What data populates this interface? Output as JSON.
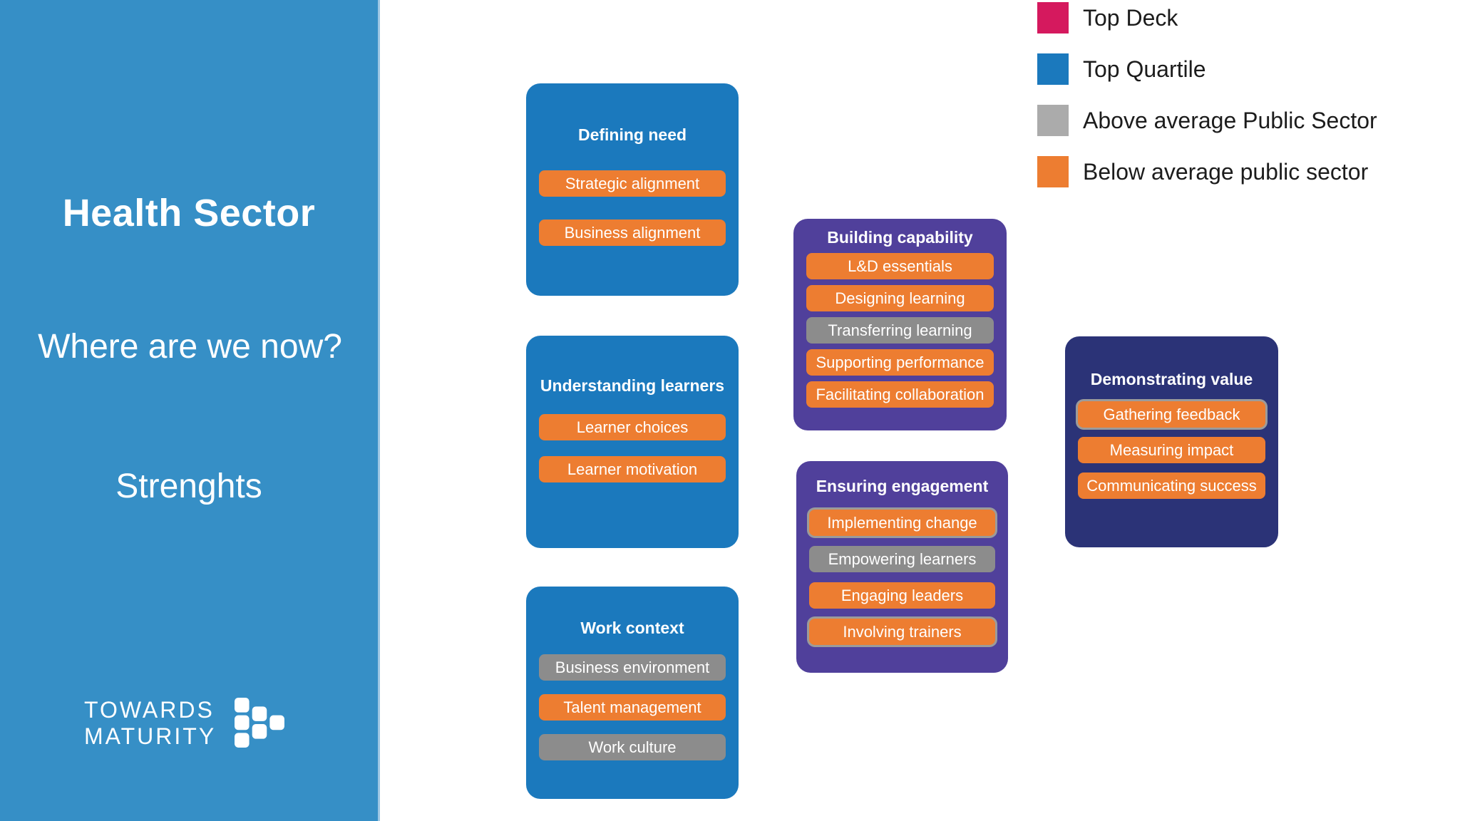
{
  "sidebar": {
    "title": "Health Sector",
    "subtitle": "Where are we now?",
    "section_label": "Strenghts",
    "logo": {
      "line1": "TOWARDS",
      "line2": "MATURITY"
    },
    "background_color": "#368FC6"
  },
  "legend": {
    "items": [
      {
        "key": "top-deck",
        "label": "Top Deck",
        "color": "#D5195E"
      },
      {
        "key": "top-quartile",
        "label": "Top Quartile",
        "color": "#1B79BD"
      },
      {
        "key": "above-average",
        "label": "Above average Public Sector",
        "color": "#ABABAB"
      },
      {
        "key": "below-average",
        "label": "Below average public sector",
        "color": "#ED7D31"
      }
    ]
  },
  "colors": {
    "blue": "#1B79BD",
    "purple": "#50409B",
    "navy": "#2B3377",
    "below-average": "#ED7D31",
    "above-average": "#8C8C8C"
  },
  "cards": [
    {
      "title": "Defining need",
      "theme": "blue",
      "pills": [
        {
          "label": "Strategic alignment",
          "status": "below-average",
          "outlined": false
        },
        {
          "label": "Business alignment",
          "status": "below-average",
          "outlined": false
        }
      ]
    },
    {
      "title": "Understanding learners",
      "theme": "blue",
      "pills": [
        {
          "label": "Learner choices",
          "status": "below-average",
          "outlined": false
        },
        {
          "label": "Learner motivation",
          "status": "below-average",
          "outlined": false
        }
      ]
    },
    {
      "title": "Work context",
      "theme": "blue",
      "pills": [
        {
          "label": "Business environment",
          "status": "above-average",
          "outlined": false
        },
        {
          "label": "Talent management",
          "status": "below-average",
          "outlined": false
        },
        {
          "label": "Work culture",
          "status": "above-average",
          "outlined": false
        }
      ]
    },
    {
      "title": "Building capability",
      "theme": "purple",
      "pills": [
        {
          "label": "L&D essentials",
          "status": "below-average",
          "outlined": false
        },
        {
          "label": "Designing learning",
          "status": "below-average",
          "outlined": false
        },
        {
          "label": "Transferring learning",
          "status": "above-average",
          "outlined": false
        },
        {
          "label": "Supporting performance",
          "status": "below-average",
          "outlined": false
        },
        {
          "label": "Facilitating collaboration",
          "status": "below-average",
          "outlined": false
        }
      ]
    },
    {
      "title": "Ensuring engagement",
      "theme": "purple",
      "pills": [
        {
          "label": "Implementing change",
          "status": "below-average",
          "outlined": true
        },
        {
          "label": "Empowering learners",
          "status": "above-average",
          "outlined": false
        },
        {
          "label": "Engaging leaders",
          "status": "below-average",
          "outlined": false
        },
        {
          "label": "Involving trainers",
          "status": "below-average",
          "outlined": true
        }
      ]
    },
    {
      "title": "Demonstrating value",
      "theme": "navy",
      "pills": [
        {
          "label": "Gathering feedback",
          "status": "below-average",
          "outlined": true
        },
        {
          "label": "Measuring impact",
          "status": "below-average",
          "outlined": false
        },
        {
          "label": "Communicating success",
          "status": "below-average",
          "outlined": false
        }
      ]
    }
  ]
}
